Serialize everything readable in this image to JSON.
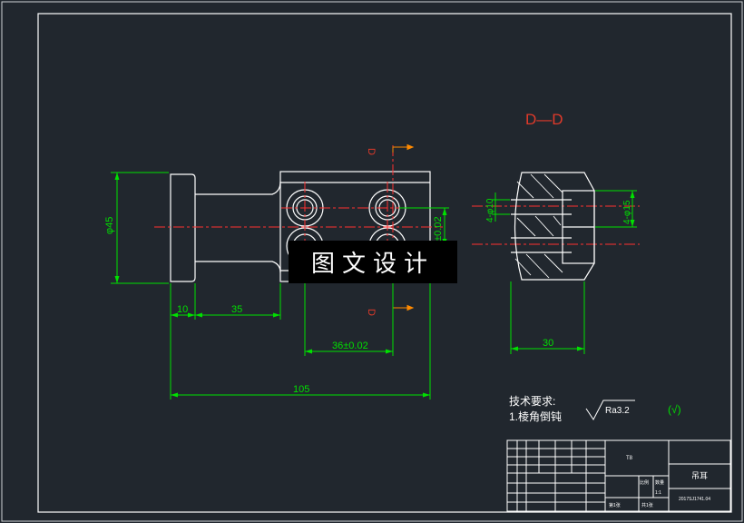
{
  "section": {
    "title": "D—D",
    "mark_top": "D",
    "mark_bottom": "D"
  },
  "dims": {
    "dia45": "φ45",
    "d10": "10",
    "d35": "35",
    "d36": "36±0.02",
    "d105": "105",
    "d30": "30",
    "d15v": "5±0.02",
    "d4phi10": "4-φ10",
    "d4phi15": "4-φ15"
  },
  "tech": {
    "heading": "技术要求:",
    "item1": "1.棱角倒钝",
    "roughness": "Ra3.2",
    "check": "(√)"
  },
  "watermark": "图文设计",
  "title_block": {
    "part_name": "吊耳",
    "material": "T8",
    "sheet_total": "第1张",
    "sheet_no": "共1张",
    "code": "2017SJ1741.04",
    "scale_label": "比例",
    "qty_label": "数量",
    "scale": "1:1"
  },
  "colors": {
    "background": "#21272e",
    "outline": "#ffffff",
    "dimension": "#00e000",
    "centerline": "#ff3030",
    "section": "#e03a2a",
    "arrow": "#ff8a00"
  }
}
